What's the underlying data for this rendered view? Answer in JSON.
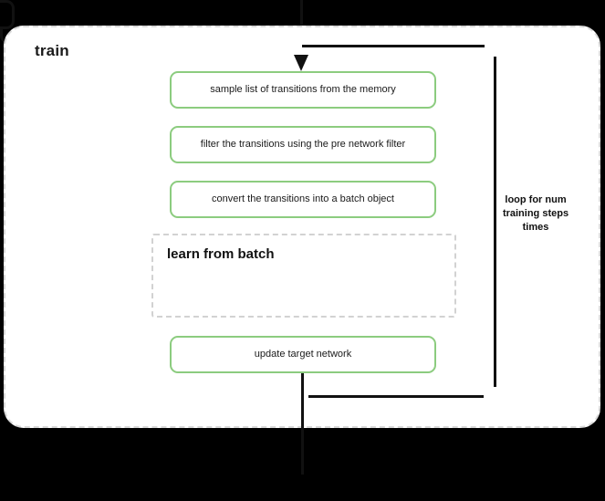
{
  "diagram": {
    "title": "train",
    "background_color": "#000000",
    "container": {
      "fill_color": "#ffffff",
      "border_color": "#d9d9d9",
      "border_style": "dashed"
    },
    "accent_color": "#8ccc7f",
    "line_color": "#111111",
    "steps": [
      {
        "id": "sample",
        "label": "sample list of transitions from the memory"
      },
      {
        "id": "filter",
        "label": "filter the transitions using the pre network filter"
      },
      {
        "id": "convert",
        "label": "convert the transitions into a batch object"
      },
      {
        "id": "update",
        "label": "update target network"
      }
    ],
    "sub_block": {
      "title": "learn from batch",
      "border_style": "dashed",
      "border_color": "#d2d2d2"
    },
    "loop": {
      "label": "loop for num training steps times"
    }
  }
}
